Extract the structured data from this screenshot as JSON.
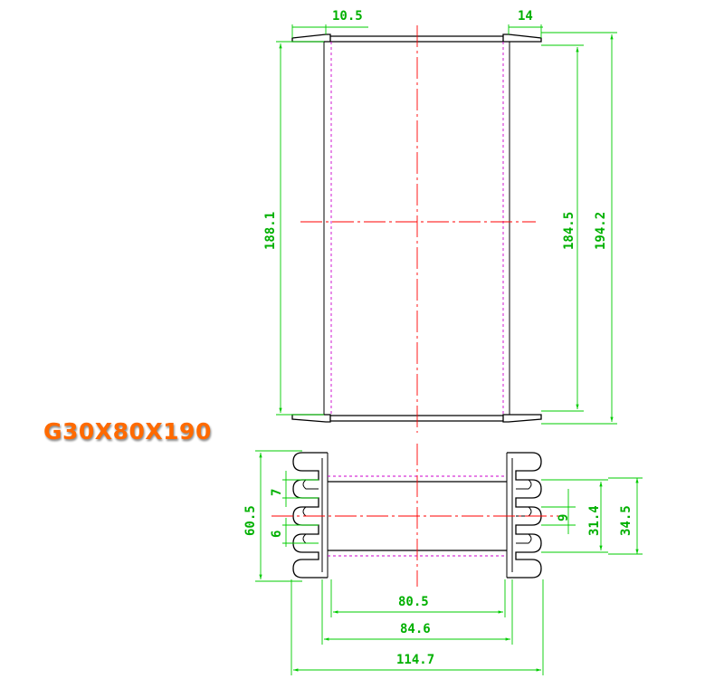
{
  "title": "G30X80X190",
  "colors": {
    "outline": "#000000",
    "hidden_line": "#cc00cc",
    "center_line": "#ff0000",
    "dimension": "#00b000",
    "title": "#ff6a00"
  },
  "front_view": {
    "dim_flange_left": "10.5",
    "dim_flange_right": "14",
    "dim_overall_left": "188.1",
    "dim_inner_right": "184.5",
    "dim_overall_right": "194.2"
  },
  "end_view": {
    "dim_height": "60.5",
    "dim_slot_upper": "7",
    "dim_slot_lower": "6",
    "dim_slot_right": "9",
    "dim_inner_height": "31.4",
    "dim_outer_height": "34.5",
    "dim_inner_width": "80.5",
    "dim_mid_width": "84.6",
    "dim_overall_width": "114.7"
  }
}
